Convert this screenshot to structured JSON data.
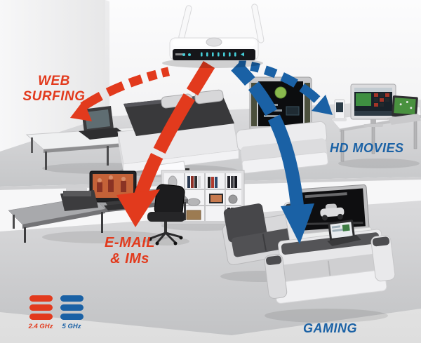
{
  "diagram": {
    "bands": {
      "red": {
        "label": "2.4 GHz",
        "color": "#e23a1d"
      },
      "blue": {
        "label": "5 GHz",
        "color": "#1a61a5"
      }
    },
    "labels": {
      "web_surfing": {
        "line1": "WEB",
        "line2": "SURFING"
      },
      "email_ims": {
        "line1": "E-MAIL",
        "line2": "& IMs"
      },
      "hd_movies": {
        "text": "HD MOVIES"
      },
      "gaming": {
        "text": "GAMING"
      }
    },
    "legend": {
      "items": [
        {
          "label": "2.4 GHz",
          "color": "#e23a1d"
        },
        {
          "label": "5 GHz",
          "color": "#1a61a5"
        }
      ]
    },
    "router": {
      "led_color": "#45ced8"
    },
    "screens": {
      "console_green": "#8ab94e"
    }
  }
}
